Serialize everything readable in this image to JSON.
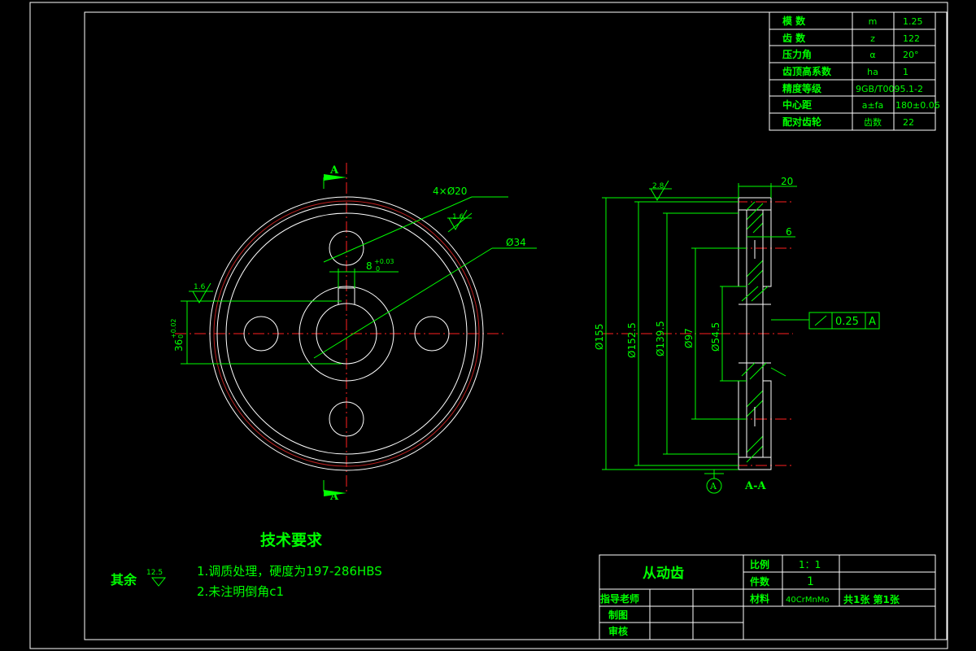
{
  "param_table": [
    {
      "name": "模 数",
      "symbol": "m",
      "value": "1.25"
    },
    {
      "name": "齿 数",
      "symbol": "z",
      "value": "122"
    },
    {
      "name": "压力角",
      "symbol": "α",
      "value": "20°"
    },
    {
      "name": "齿顶高系数",
      "symbol": "ha",
      "value": "1"
    },
    {
      "name": "精度等级",
      "symbol": "",
      "value": "9GB/T0095.1-2"
    },
    {
      "name": "中心距",
      "symbol": "a±fa",
      "value": "180±0.06"
    },
    {
      "name": "配对齿轮",
      "symbol": "齿数",
      "value": "22"
    }
  ],
  "front_view": {
    "section_mark": "A",
    "hole_callout": "4×Ø20",
    "hub_callout": "Ø34",
    "roughness_top": "1.6",
    "roughness_left": "1.6",
    "keyway_width": "8",
    "keyway_tol_upper": "+0.03",
    "keyway_tol_lower": "0",
    "keyway_depth": "36",
    "keyway_depth_tol_upper": "+0.02",
    "keyway_depth_tol_lower": "0"
  },
  "section_view": {
    "width_dim": "20",
    "web_dim": "6",
    "roughness": "2.8",
    "dia_outer": "Ø155",
    "dia_pitch": "Ø152.5",
    "dia_root": "Ø139.5",
    "dia_web": "Ø97",
    "dia_hub": "Ø54.5",
    "runout_value": "0.25",
    "datum": "A",
    "section_label": "A-A",
    "datum_marker": "A"
  },
  "tech_requirements": {
    "title": "技术要求",
    "roughness_rest_label": "其余",
    "roughness_rest_value": "12.5",
    "items": [
      "1.调质处理，硬度为197-286HBS",
      "2.未注明倒角c1"
    ]
  },
  "title_block": {
    "part_name": "从动齿",
    "scale_label": "比例",
    "scale_value": "1：1",
    "qty_label": "件数",
    "qty_value": "1",
    "material_label": "材料",
    "material_value": "40CrMnMo",
    "sheet_info": "共1张 第1张",
    "instructor_label": "指导老师",
    "drawn_label": "制图",
    "review_label": "审核"
  }
}
